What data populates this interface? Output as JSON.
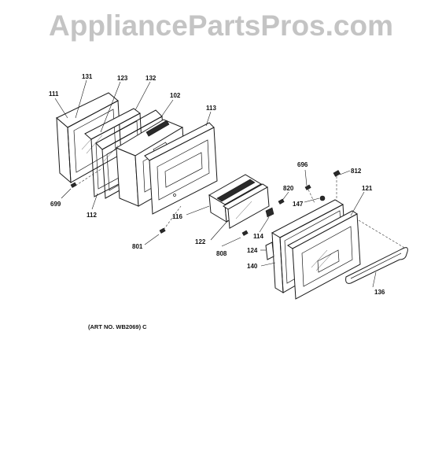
{
  "watermark": {
    "text": "AppliancePartsPros.com"
  },
  "diagram": {
    "art_no": "(ART NO. WB2069) C",
    "labels": {
      "p131": "131",
      "p123": "123",
      "p132": "132",
      "p111": "111",
      "p102": "102",
      "p113": "113",
      "p699": "699",
      "p112": "112",
      "p116": "116",
      "p801": "801",
      "p122": "122",
      "p808": "808",
      "p114": "114",
      "p696": "696",
      "p812": "812",
      "p820": "820",
      "p147": "147",
      "p121": "121",
      "p124": "124",
      "p140": "140",
      "p136": "136"
    }
  }
}
